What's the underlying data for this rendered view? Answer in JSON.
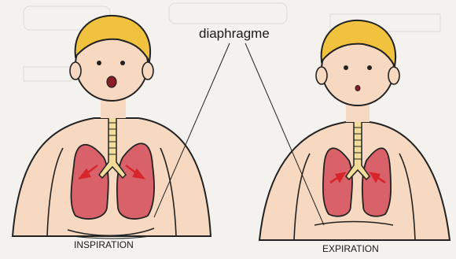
{
  "labels": {
    "diaphragm": "diaphragme",
    "inspiration": "INSPIRATION",
    "expiration": "EXPIRATION"
  },
  "colors": {
    "hair": "#f0c23e",
    "skin": "#f7d8c0",
    "lung": "#d9626a",
    "trachea": "#f1dc9a",
    "arrow": "#d7262b",
    "background": "#f4f2ee"
  }
}
